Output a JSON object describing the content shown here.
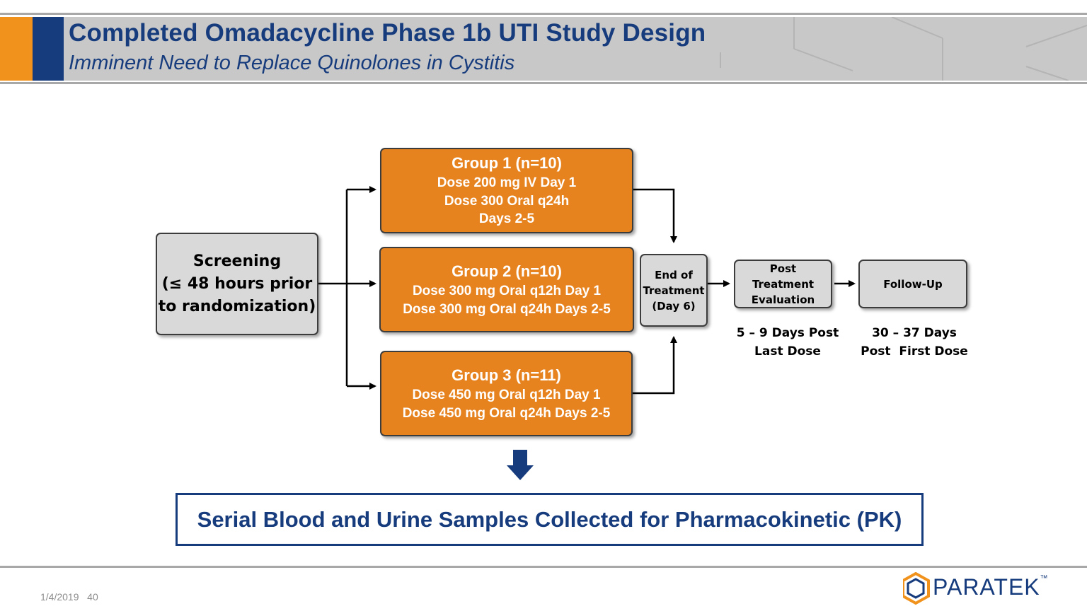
{
  "header": {
    "title": "Completed Omadacycline Phase 1b UTI Study Design",
    "subtitle": "Imminent Need to Replace Quinolones in Cystitis"
  },
  "screening": {
    "lines": [
      "Screening",
      "(≤ 48 hours prior",
      "to randomization)"
    ]
  },
  "groups": [
    {
      "title": "Group 1 (n=10)",
      "lines": [
        "Dose 200 mg IV  Day 1",
        "Dose 300 Oral q24h",
        "Days 2-5"
      ]
    },
    {
      "title": "Group 2 (n=10)",
      "lines": [
        "Dose 300 mg Oral q12h Day 1",
        "Dose 300 mg Oral q24h Days 2-5"
      ]
    },
    {
      "title": "Group 3 (n=11)",
      "lines": [
        "Dose 450 mg Oral q12h Day 1",
        "Dose 450 mg Oral q24h Days 2-5"
      ]
    }
  ],
  "end_of_treatment": {
    "lines": [
      "End of",
      "Treatment",
      "(Day 6)"
    ]
  },
  "post_treatment": {
    "lines": [
      "Post",
      "Treatment",
      "Evaluation"
    ],
    "timing": [
      "5 – 9 Days Post",
      "Last Dose"
    ]
  },
  "follow_up": {
    "label": "Follow-Up",
    "timing": [
      "30 – 37 Days",
      "Post  First Dose"
    ]
  },
  "pk_statement": "Serial Blood and Urine Samples Collected for Pharmacokinetic (PK)",
  "footer": {
    "date": "1/4/2019",
    "page": "40",
    "logo": "PARATEK",
    "logo_mark": "™"
  },
  "colors": {
    "navy": "#173c7d",
    "orange_accent": "#f0921c",
    "group_box": "#e7831f",
    "grey_box": "#d9d9d9",
    "header_band": "#c8c8c8"
  }
}
